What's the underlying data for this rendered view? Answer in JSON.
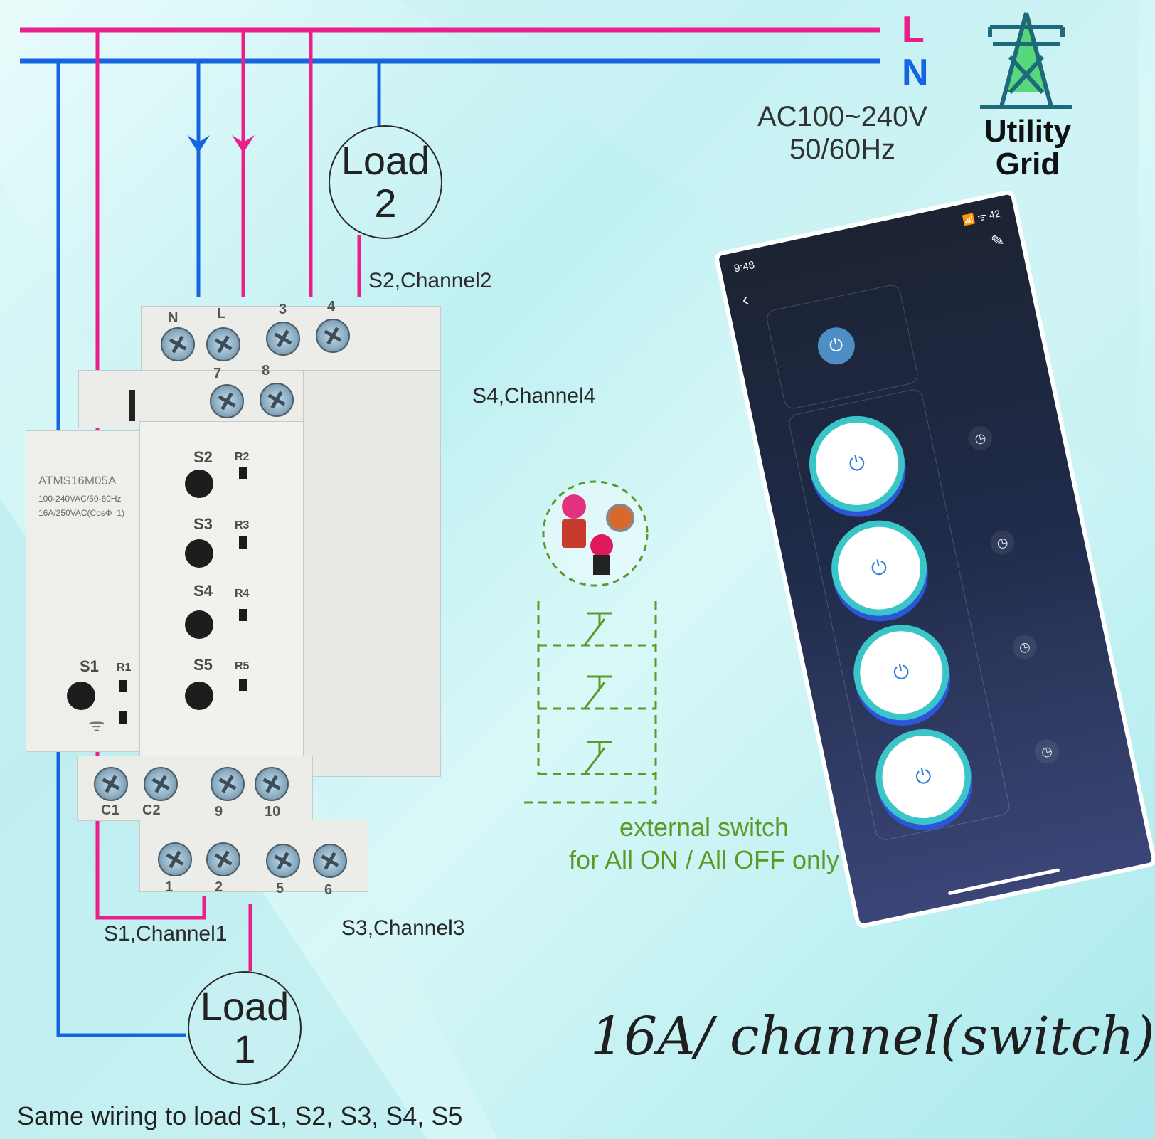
{
  "mains": {
    "line_label": "L",
    "neutral_label": "N",
    "voltage": "AC100~240V",
    "frequency": "50/60Hz"
  },
  "utility": {
    "line1": "Utility",
    "line2": "Grid"
  },
  "loads": {
    "load2": {
      "word": "Load",
      "num": "2"
    },
    "load1": {
      "word": "Load",
      "num": "1"
    }
  },
  "channel_labels": {
    "s2": "S2,Channel2",
    "s4": "S4,Channel4",
    "s1": "S1,Channel1",
    "s3": "S3,Channel3"
  },
  "device": {
    "model": "ATMS16M05A",
    "spec1": "100-240VAC/50-60Hz",
    "spec2": "16A/250VAC(CosΦ=1)",
    "top_terminals": [
      "N",
      "L",
      "3",
      "4"
    ],
    "mid_terminals": [
      "7",
      "8"
    ],
    "lower_terminals": [
      "C1",
      "C2",
      "9",
      "10"
    ],
    "bottom_terminals": [
      "1",
      "2",
      "5",
      "6"
    ],
    "buttons": [
      "S1",
      "S2",
      "S3",
      "S4",
      "S5"
    ],
    "leds": [
      "R1",
      "R2",
      "R3",
      "R4",
      "R5"
    ]
  },
  "external_switch": {
    "line1": "external switch",
    "line2": "for All ON / All OFF only"
  },
  "phone": {
    "time": "9:48",
    "signal": "📶 ᯤ 42"
  },
  "slogan": "16A/ channel(switch)",
  "footer": "Same wiring to load S1, S2, S3, S4, S5",
  "colors": {
    "line": "#ea1f8c",
    "neutral": "#1565e0",
    "ext_switch": "#5b9a27"
  },
  "icons": [
    "power-icon",
    "clock-icon",
    "back-arrow-icon",
    "edit-icon",
    "wifi-icon",
    "pylon-icon"
  ]
}
